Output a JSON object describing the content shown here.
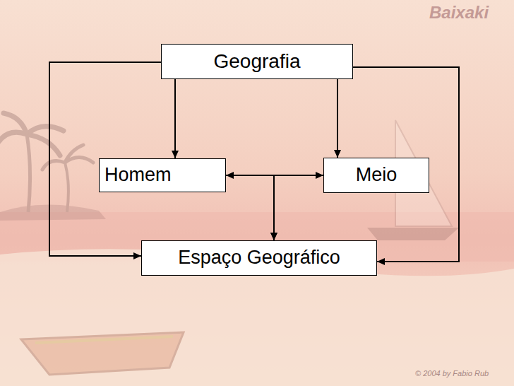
{
  "diagram": {
    "nodes": [
      {
        "text": [
          "Geografia"
        ]
      },
      {
        "text": [
          "Homem"
        ]
      },
      {
        "text": [
          "Meio"
        ]
      },
      {
        "text": [
          "Espaço Geográfico"
        ]
      }
    ],
    "edges": [
      {
        "from": 0,
        "to": 1,
        "arrow": "to"
      },
      {
        "from": 0,
        "to": 2,
        "arrow": "to"
      },
      {
        "from": 1,
        "to": 2,
        "arrow": "both"
      },
      {
        "from": 1,
        "to": 3,
        "arrow": "to"
      },
      {
        "from": 2,
        "to": 3,
        "arrow": "to"
      },
      {
        "from": 0,
        "to": 3,
        "arrow": "to"
      },
      {
        "from": 0,
        "to": 3,
        "arrow": "to"
      }
    ],
    "labels": [
      "Baixaki",
      "© 2004 by Fabio Rub"
    ]
  }
}
